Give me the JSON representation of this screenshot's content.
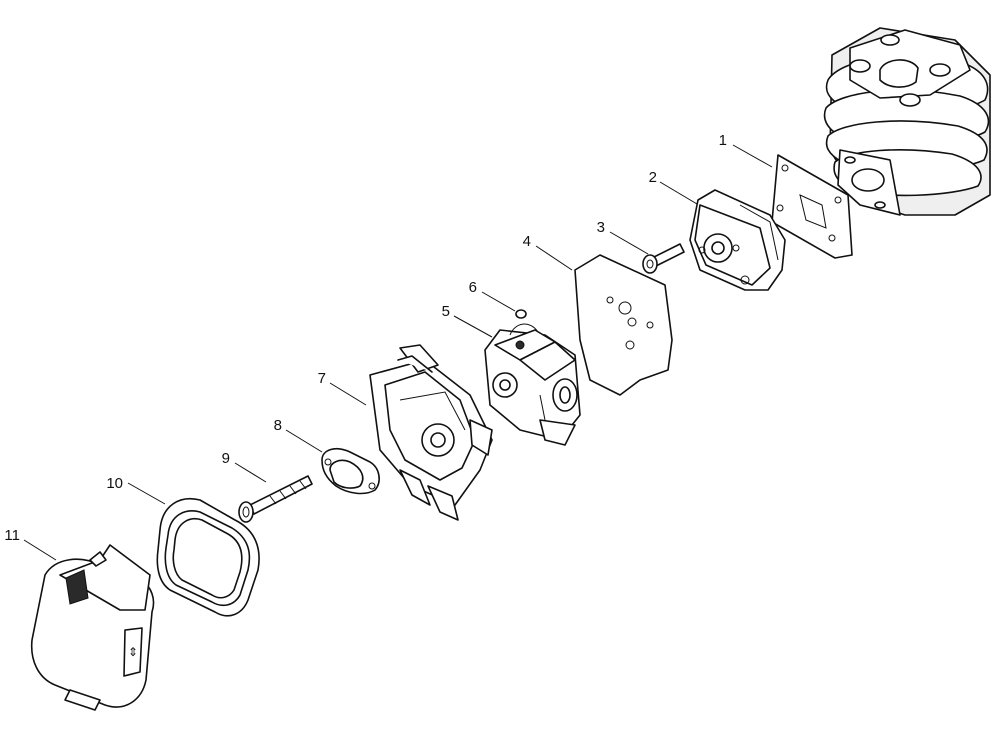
{
  "parts": [
    {
      "number": "1",
      "icon": "gasket-icon"
    },
    {
      "number": "2",
      "icon": "insulator-block-icon"
    },
    {
      "number": "3",
      "icon": "screw-icon"
    },
    {
      "number": "4",
      "icon": "gasket-icon"
    },
    {
      "number": "5",
      "icon": "carburetor-icon"
    },
    {
      "number": "6",
      "icon": "plug-icon"
    },
    {
      "number": "7",
      "icon": "air-cleaner-case-icon"
    },
    {
      "number": "8",
      "icon": "choke-plate-icon"
    },
    {
      "number": "9",
      "icon": "bolt-icon"
    },
    {
      "number": "10",
      "icon": "filter-element-icon"
    },
    {
      "number": "11",
      "icon": "air-cleaner-cover-icon"
    }
  ],
  "cover_label": "⇕"
}
